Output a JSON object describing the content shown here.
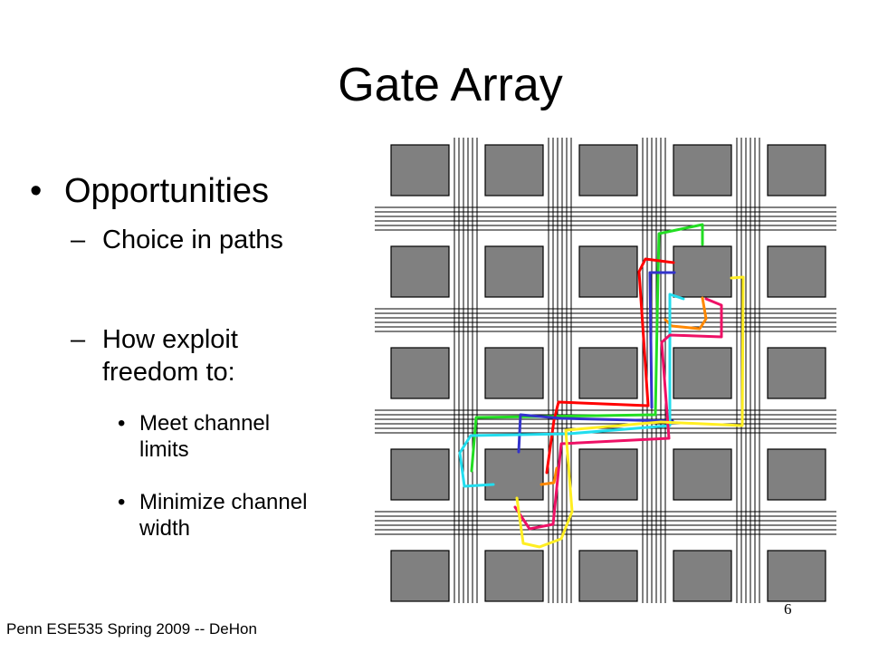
{
  "slide": {
    "title": "Gate Array",
    "bullets": [
      {
        "marker": "•",
        "text": "Opportunities"
      },
      {
        "marker": "–",
        "text": "Choice in paths"
      },
      {
        "marker": "–",
        "text": "How exploit freedom to:"
      },
      {
        "marker": "•",
        "text": "Meet channel limits"
      },
      {
        "marker": "•",
        "text": "Minimize channel width"
      }
    ],
    "footer": "Penn ESE535 Spring 2009 -- DeHon",
    "page_number": "6"
  },
  "diagram": {
    "cell_color": "#808080",
    "net_colors": {
      "red": "#ff0000",
      "green": "#22dd22",
      "blue": "#3333cc",
      "orange": "#ff8800",
      "yellow": "#ffee22",
      "magenta": "#ee1166",
      "cyan": "#22ddee"
    }
  }
}
